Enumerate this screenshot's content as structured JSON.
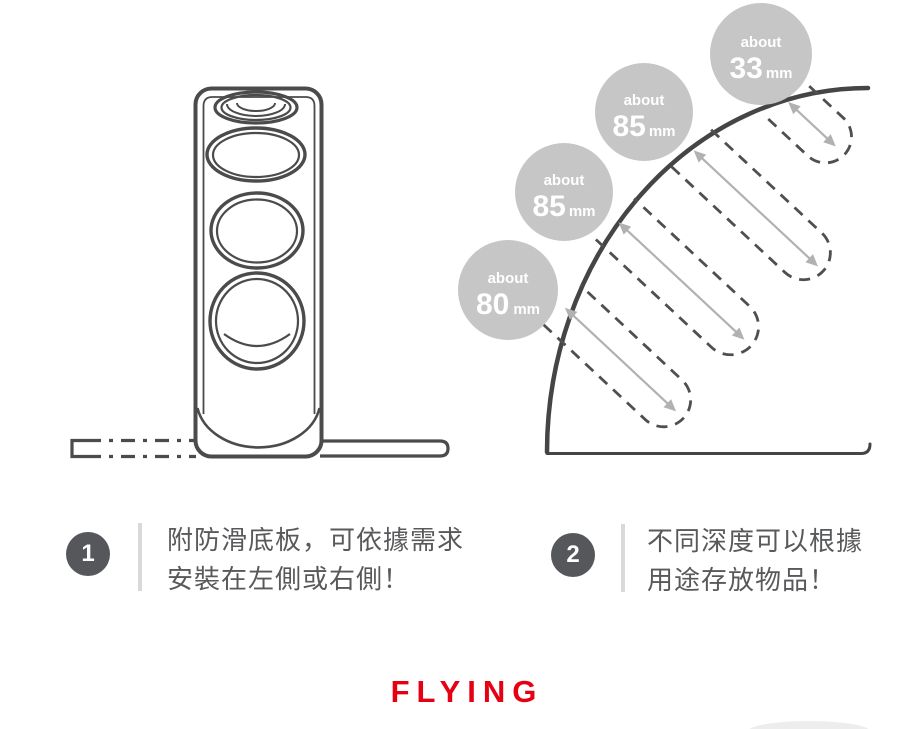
{
  "measure_labels": [
    {
      "prefix": "about",
      "value": "33",
      "unit": "mm"
    },
    {
      "prefix": "about",
      "value": "85",
      "unit": "mm"
    },
    {
      "prefix": "about",
      "value": "85",
      "unit": "mm"
    },
    {
      "prefix": "about",
      "value": "80",
      "unit": "mm"
    }
  ],
  "steps": [
    {
      "number": "1",
      "lines": [
        "附防滑底板，可依據需求",
        "安裝在左側或右側！"
      ]
    },
    {
      "number": "2",
      "lines": [
        "不同深度可以根據",
        "用途存放物品！"
      ]
    }
  ],
  "brand": {
    "logo": "FLYING"
  },
  "colors": {
    "accent_red": "#e60012",
    "bubble_gray": "#c6c6c6",
    "line_dark": "#4a4a4a",
    "arrow_gray": "#b1b1b1",
    "text_gray": "#58595b",
    "divider_gray": "#d9d9d9",
    "badge_gray": "#56575a"
  }
}
